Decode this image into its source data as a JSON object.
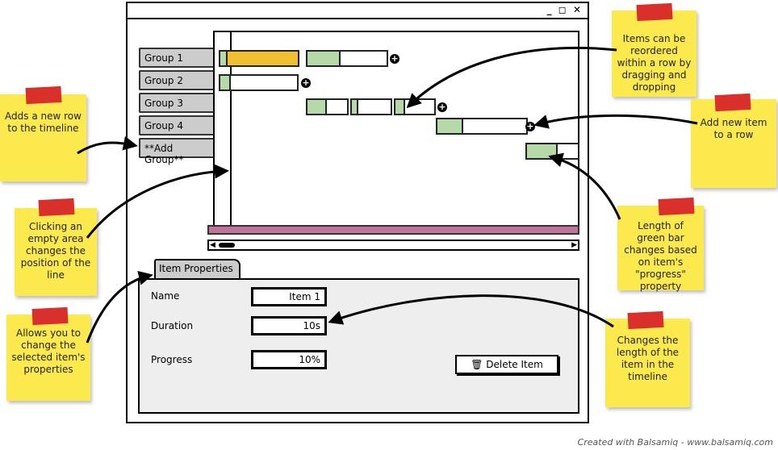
{
  "window": {
    "controls": "_ ◻ ✕"
  },
  "groups": [
    "Group 1",
    "Group 2",
    "Group 3",
    "Group 4",
    "**Add Group**"
  ],
  "timeline": {
    "items": [
      {
        "row": 1,
        "progress": 0.07,
        "selected": true
      },
      {
        "row": 1,
        "progress": 0.4
      },
      {
        "row": 2,
        "progress": 0.12
      },
      {
        "row": 3,
        "progress": 0.45
      },
      {
        "row": 3,
        "progress": 0.13
      },
      {
        "row": 3,
        "progress": 0.2
      },
      {
        "row": 4,
        "progress": 0.27
      },
      {
        "row": 5,
        "progress": 0.57
      }
    ],
    "add_icon": "plus-circle-icon"
  },
  "properties": {
    "tab": "Item Properties",
    "name_label": "Name",
    "name_value": "Item 1",
    "duration_label": "Duration",
    "duration_value": "10s",
    "progress_label": "Progress",
    "progress_value": "10%",
    "delete_label": "Delete Item",
    "delete_icon": "trash-icon"
  },
  "notes": [
    "Items can be reordered within a row by dragging and dropping",
    "Adds a new row to the timeline",
    "Add new item to a row",
    "Clicking an empty area changes the position of the line",
    "Length of green bar changes based on item's \"progress\" property",
    "Allows you to change the selected item's properties",
    "Changes the length of the item in the timeline"
  ],
  "colors": {
    "selected": "#f0c030",
    "progress": "#b5d9a8",
    "note": "#fbe94d",
    "tape": "#d9302c",
    "marker": "#c0749c"
  },
  "footer": "Created with Balsamiq - www.balsamiq.com"
}
